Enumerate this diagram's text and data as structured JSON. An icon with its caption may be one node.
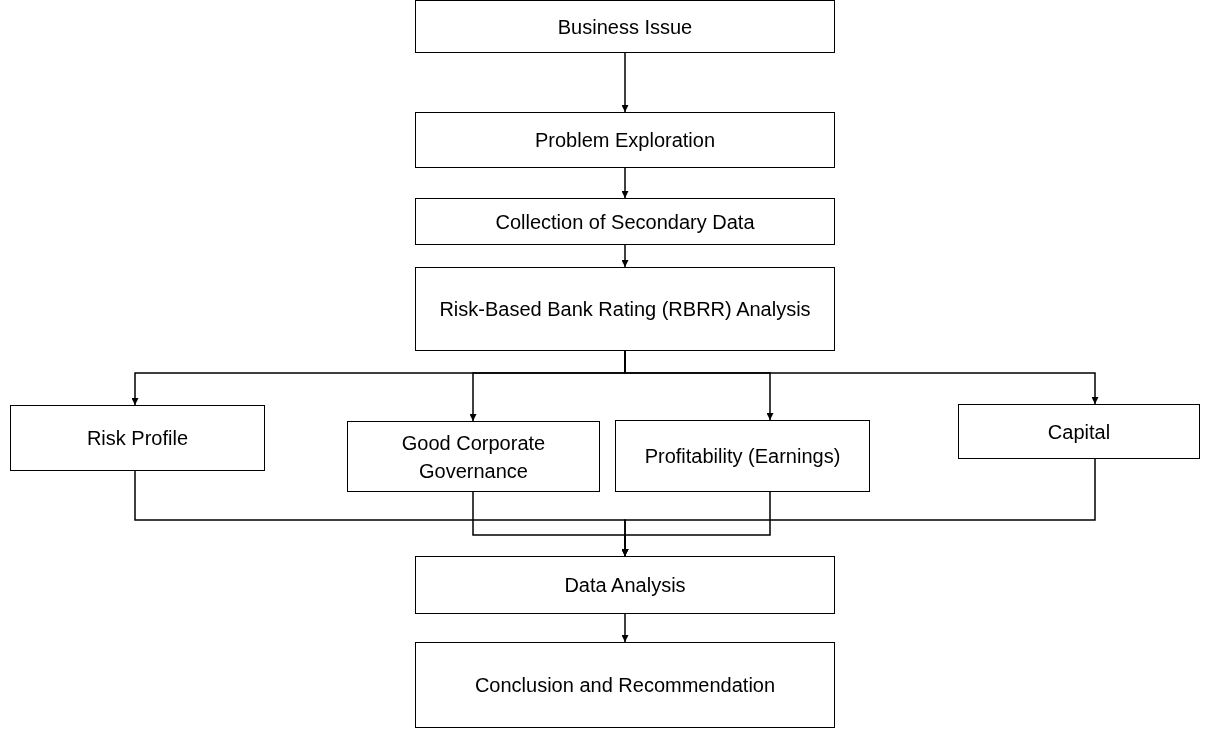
{
  "diagram": {
    "nodes": [
      {
        "text": [
          "Business Issue"
        ]
      },
      {
        "text": [
          "Problem Exploration"
        ]
      },
      {
        "text": [
          "Collection of Secondary Data"
        ]
      },
      {
        "text": [
          "Risk-Based Bank Rating (RBRR) Analysis"
        ]
      },
      {
        "text": [
          "Risk Profile"
        ]
      },
      {
        "text": [
          "Good Corporate Governance"
        ]
      },
      {
        "text": [
          "Profitability (Earnings)"
        ]
      },
      {
        "text": [
          "Capital"
        ]
      },
      {
        "text": [
          "Data Analysis"
        ]
      },
      {
        "text": [
          "Conclusion and Recommendation"
        ]
      }
    ],
    "edges": [
      {
        "from": 0,
        "to": 1,
        "arrow": "to"
      },
      {
        "from": 1,
        "to": 2,
        "arrow": "to"
      },
      {
        "from": 2,
        "to": 3,
        "arrow": "to"
      },
      {
        "from": 3,
        "to": 4,
        "arrow": "to"
      },
      {
        "from": 3,
        "to": 5,
        "arrow": "to"
      },
      {
        "from": 3,
        "to": 6,
        "arrow": "to"
      },
      {
        "from": 3,
        "to": 7,
        "arrow": "to"
      },
      {
        "from": 4,
        "to": 8,
        "arrow": "to"
      },
      {
        "from": 5,
        "to": 8,
        "arrow": "to"
      },
      {
        "from": 6,
        "to": 8,
        "arrow": "to"
      },
      {
        "from": 7,
        "to": 8,
        "arrow": "to"
      },
      {
        "from": 8,
        "to": 9,
        "arrow": "to"
      }
    ]
  }
}
